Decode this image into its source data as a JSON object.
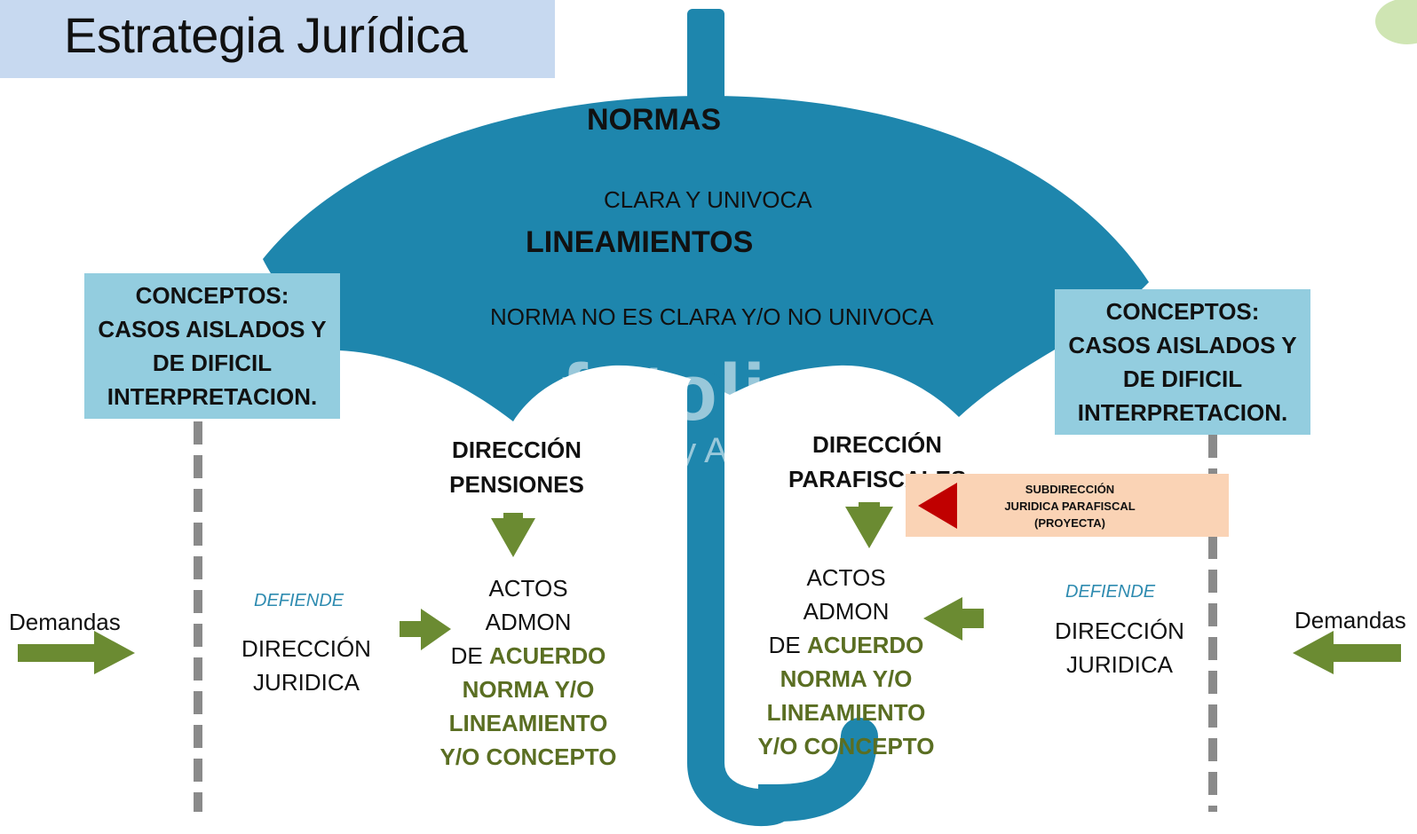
{
  "title": "Estrategia Jurídica",
  "umbrella": {
    "normas": "NORMAS",
    "clara": "CLARA Y UNIVOCA",
    "lineamientos": "LINEAMIENTOS",
    "no_clara": "NORMA NO ES CLARA Y/O NO UNIVOCA",
    "watermark": "fotolia",
    "watermark_sub": "by Adobe"
  },
  "concepts_left": [
    "CONCEPTOS:",
    "CASOS AISLADOS Y",
    "DE DIFICIL",
    "INTERPRETACION."
  ],
  "concepts_right": [
    "CONCEPTOS:",
    "CASOS AISLADOS Y",
    "DE DIFICIL",
    "INTERPRETACION."
  ],
  "dir_pensiones": [
    "DIRECCIÓN",
    "PENSIONES"
  ],
  "dir_parafiscales": [
    "DIRECCIÓN",
    "PARAFISCALES"
  ],
  "subdireccion": [
    "SUBDIRECCIÓN",
    "JURIDICA PARAFISCAL",
    "(PROYECTA)"
  ],
  "actos_left": {
    "line1": "ACTOS",
    "line2": "ADMON",
    "line3_prefix": "DE ",
    "line3_green": "ACUERDO",
    "line4": "NORMA  Y/O",
    "line5": "LINEAMIENTO",
    "line6": "Y/O CONCEPTO"
  },
  "actos_right": {
    "line1": "ACTOS",
    "line2": "ADMON",
    "line3_prefix": "DE ",
    "line3_green": "ACUERDO",
    "line4": "NORMA Y/O",
    "line5": "LINEAMIENTO",
    "line6": "Y/O CONCEPTO"
  },
  "left_side": {
    "demandas": "Demandas",
    "defiende": "DEFIENDE",
    "dir_juridica": [
      "DIRECCIÓN",
      "JURIDICA"
    ]
  },
  "right_side": {
    "demandas": "Demandas",
    "defiende": "DEFIENDE",
    "dir_juridica": [
      "DIRECCIÓN",
      "JURIDICA"
    ]
  },
  "colors": {
    "umbrella": "#1e86ad",
    "concept_box": "#93cddf",
    "arrow_green": "#6b8b32",
    "dash_gray": "#8a8a8a",
    "sub_box": "#fad3b5",
    "red_arrow": "#c00000",
    "title_bg": "#c7d9f0"
  }
}
